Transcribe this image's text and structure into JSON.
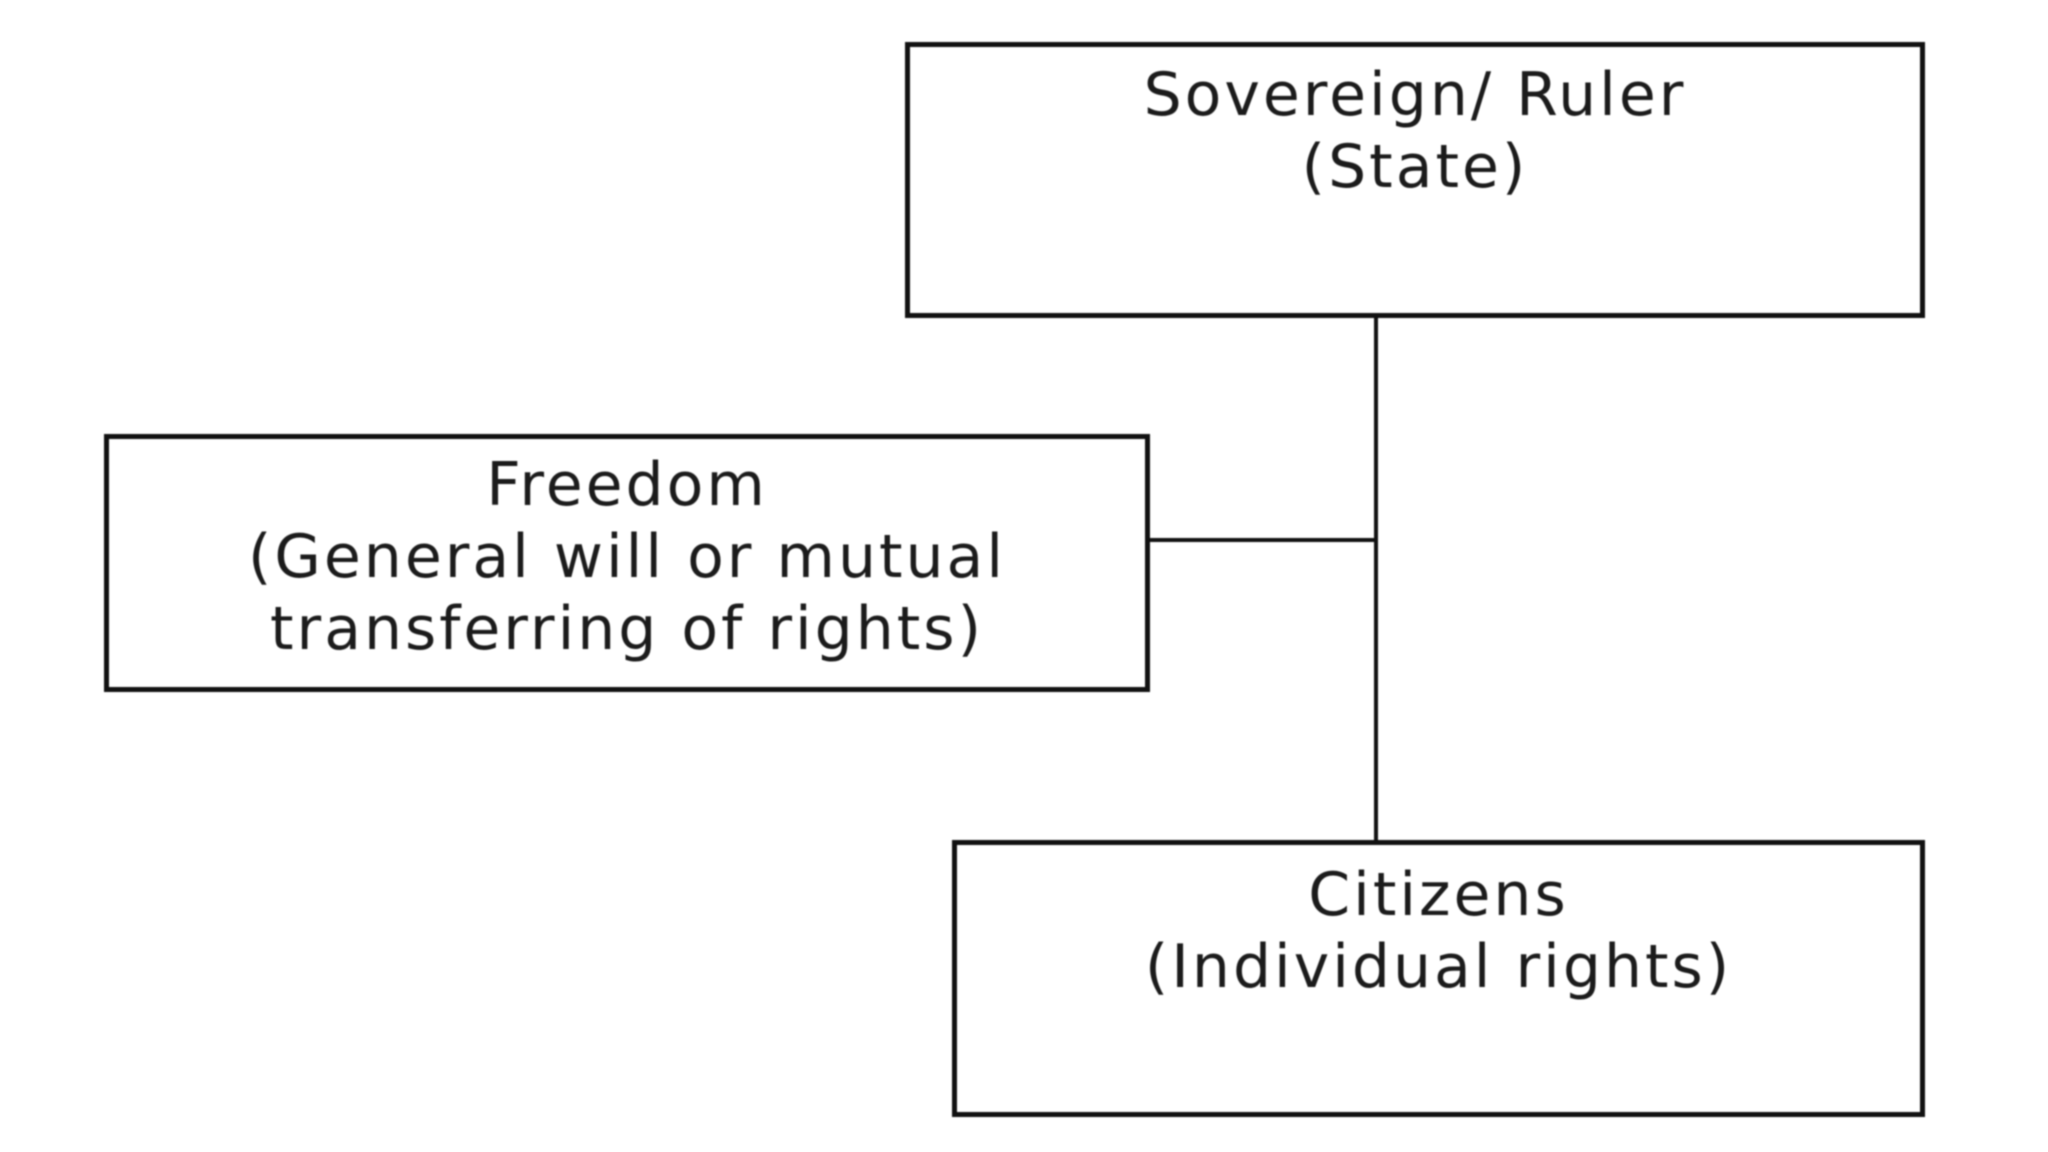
{
  "diagram_title": "Sovereign-Citizens social contract diagram",
  "colors": {
    "background": "#ffffff",
    "line": "#111111",
    "text": "#1b1b1b"
  },
  "nodes": [
    {
      "id": "sovereign-ruler",
      "lines": [
        "Sovereign/ Ruler",
        "(State)"
      ]
    },
    {
      "id": "freedom",
      "lines": [
        "Freedom",
        "(General will or mutual",
        "transferring of rights)"
      ]
    },
    {
      "id": "citizens",
      "lines": [
        "Citizens",
        "(Individual rights)"
      ]
    }
  ],
  "connectors": [
    {
      "id": "sovereign-to-citizens",
      "type": "vertical-line",
      "from": "sovereign-ruler",
      "to": "citizens"
    },
    {
      "id": "freedom-to-trunk",
      "type": "horizontal-line",
      "from": "freedom",
      "to": "sovereign-to-citizens"
    }
  ]
}
